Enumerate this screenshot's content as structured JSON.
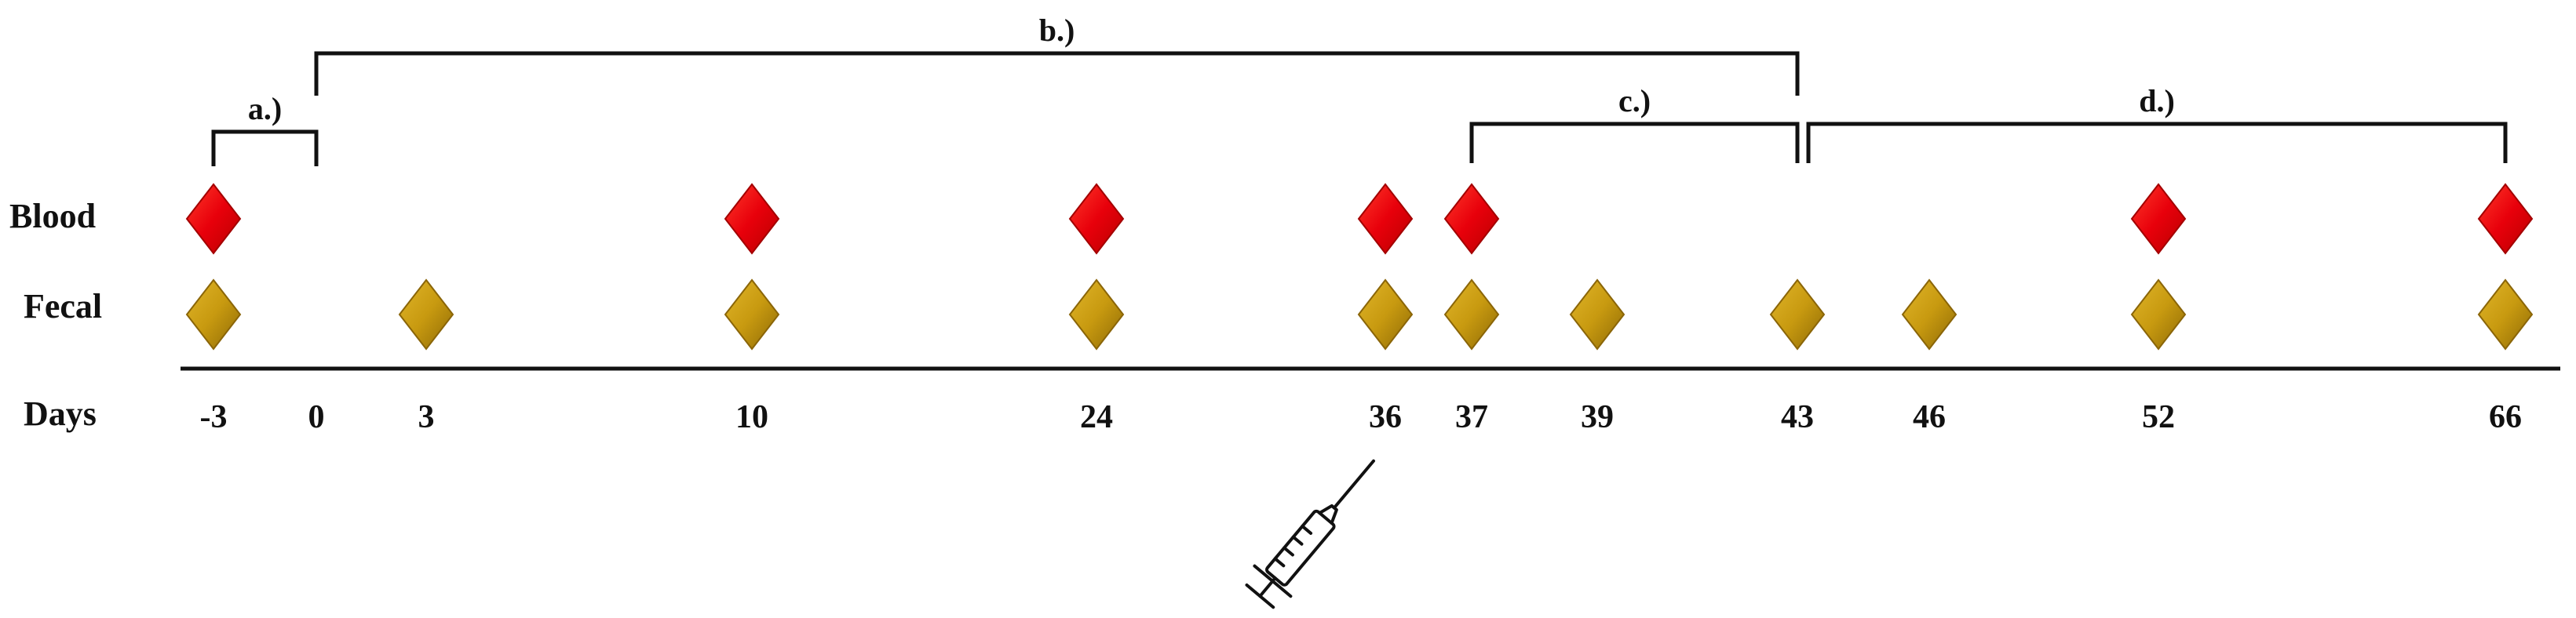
{
  "rows": {
    "blood": "Blood",
    "fecal": "Fecal",
    "days": "Days"
  },
  "ticks": [
    "-3",
    "0",
    "3",
    "10",
    "24",
    "36",
    "37",
    "39",
    "43",
    "46",
    "52",
    "66"
  ],
  "blood_days": [
    -3,
    10,
    24,
    36,
    37,
    52,
    66
  ],
  "fecal_days": [
    -3,
    3,
    10,
    24,
    36,
    37,
    39,
    43,
    46,
    52,
    66
  ],
  "brackets": {
    "a": {
      "label": "a.)",
      "from": -3,
      "to": 0
    },
    "b": {
      "label": "b.)",
      "from": 0,
      "to": 43
    },
    "c": {
      "label": "c.)",
      "from": 37,
      "to": 43
    },
    "d": {
      "label": "d.)",
      "from": 43,
      "to": 66
    }
  },
  "icons": {
    "blood_marker": "red-diamond",
    "fecal_marker": "gold-diamond",
    "injection": "syringe-icon"
  },
  "colors": {
    "blood": "#e8000b",
    "blood_stroke": "#a30000",
    "fecal": "#c89a10",
    "fecal_stroke": "#8a6508"
  }
}
